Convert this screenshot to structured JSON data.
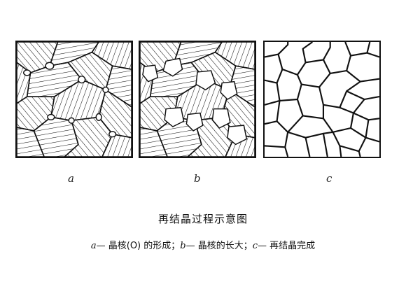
{
  "panels": [
    {
      "id": "a",
      "label": "a"
    },
    {
      "id": "b",
      "label": "b"
    },
    {
      "id": "c",
      "label": "c"
    }
  ],
  "title": "再结晶过程示意图",
  "caption": {
    "a_key": "a",
    "a_text": "— 晶核(O) 的形成；",
    "b_key": "b",
    "b_text": "— 晶核的长大；",
    "c_key": "c",
    "c_text": "— 再结晶完成"
  },
  "colors": {
    "ink": "#111111",
    "paper": "#ffffff"
  }
}
